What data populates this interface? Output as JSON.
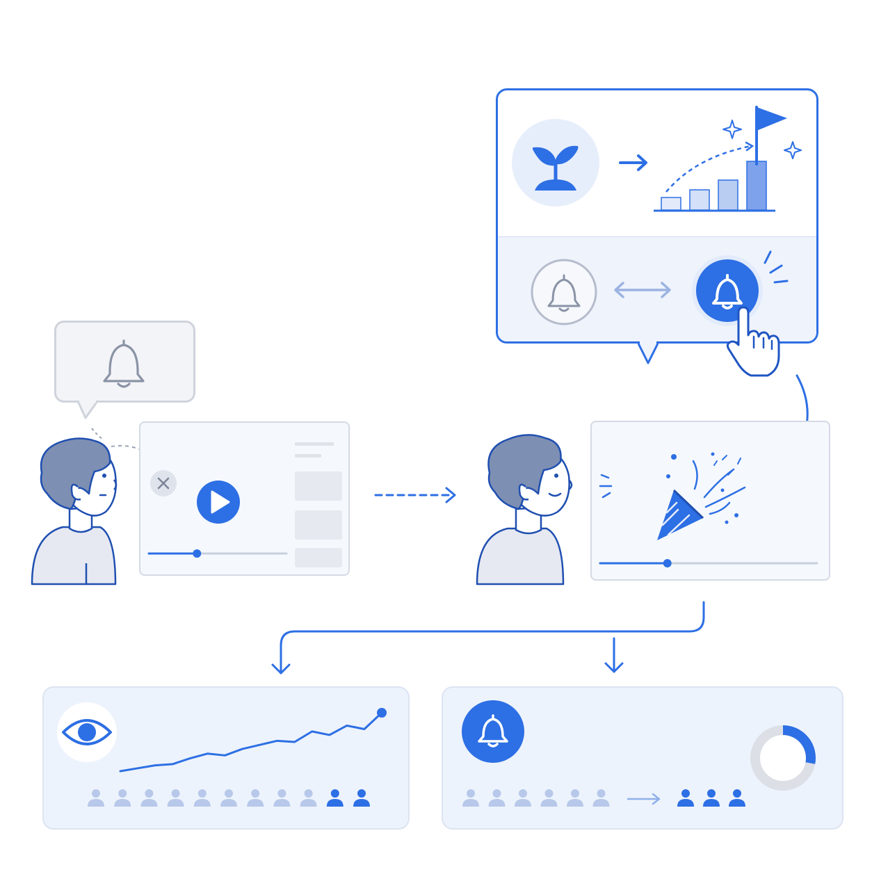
{
  "colors": {
    "primary": "#2d6fe4",
    "primary_light": "#a9c2f0",
    "panel_bg": "#eef3fc",
    "muted_gray": "#9aa3b5",
    "person_hair": "#7d8fb3",
    "person_body": "#e6e9f2"
  },
  "icons": {
    "bell_muted": "bell-icon",
    "bell_active": "bell-icon",
    "play": "play-icon",
    "close": "close-icon",
    "sprout": "sprout-icon",
    "flag": "flag-icon",
    "party_popper": "party-popper-icon",
    "eye": "eye-icon",
    "pointer_hand": "pointer-hand-icon",
    "people": "person-icon"
  },
  "growth_bars": [
    0.25,
    0.42,
    0.62,
    1.0
  ],
  "video_progress": 0.35,
  "party_progress": 0.31,
  "line_trend": [
    0.0,
    0.05,
    0.1,
    0.12,
    0.22,
    0.3,
    0.27,
    0.38,
    0.45,
    0.52,
    0.5,
    0.68,
    0.62,
    0.78,
    0.72,
    1.0
  ],
  "audience_left": {
    "muted_count": 9,
    "highlighted_count": 2
  },
  "audience_right": {
    "before_count": 6,
    "after_count": 3
  },
  "donut_fraction": 0.28
}
